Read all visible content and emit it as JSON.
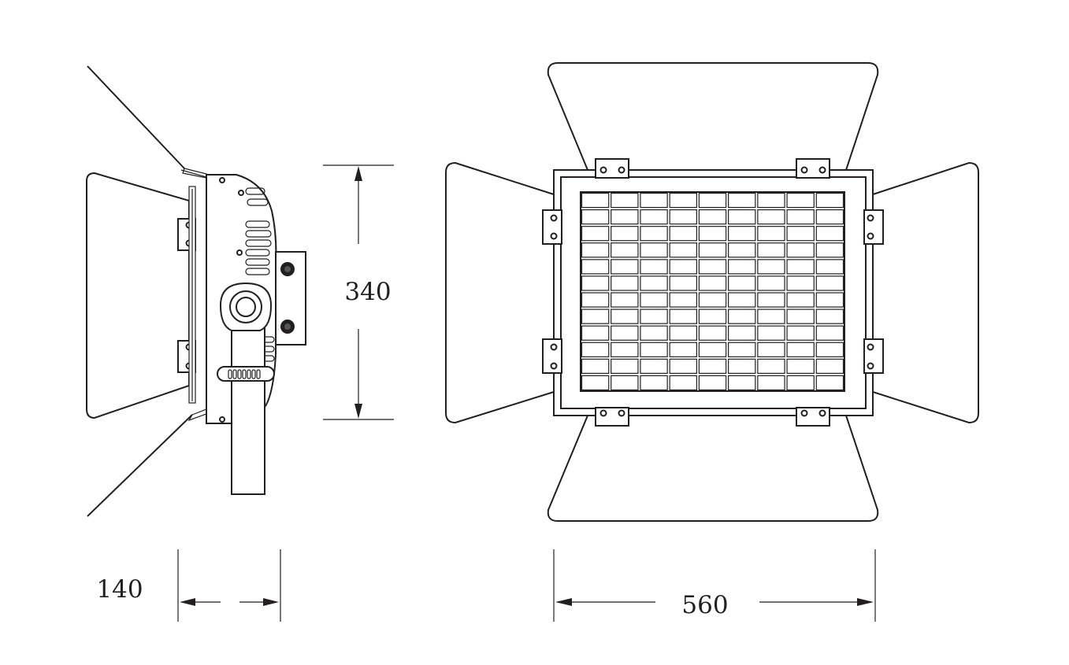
{
  "dimensions": {
    "height_label": "340",
    "depth_label": "140",
    "width_label": "560"
  },
  "panel": {
    "led_rows": 12,
    "led_cols": 9
  },
  "colors": {
    "line": "#231f20",
    "background": "#ffffff"
  }
}
